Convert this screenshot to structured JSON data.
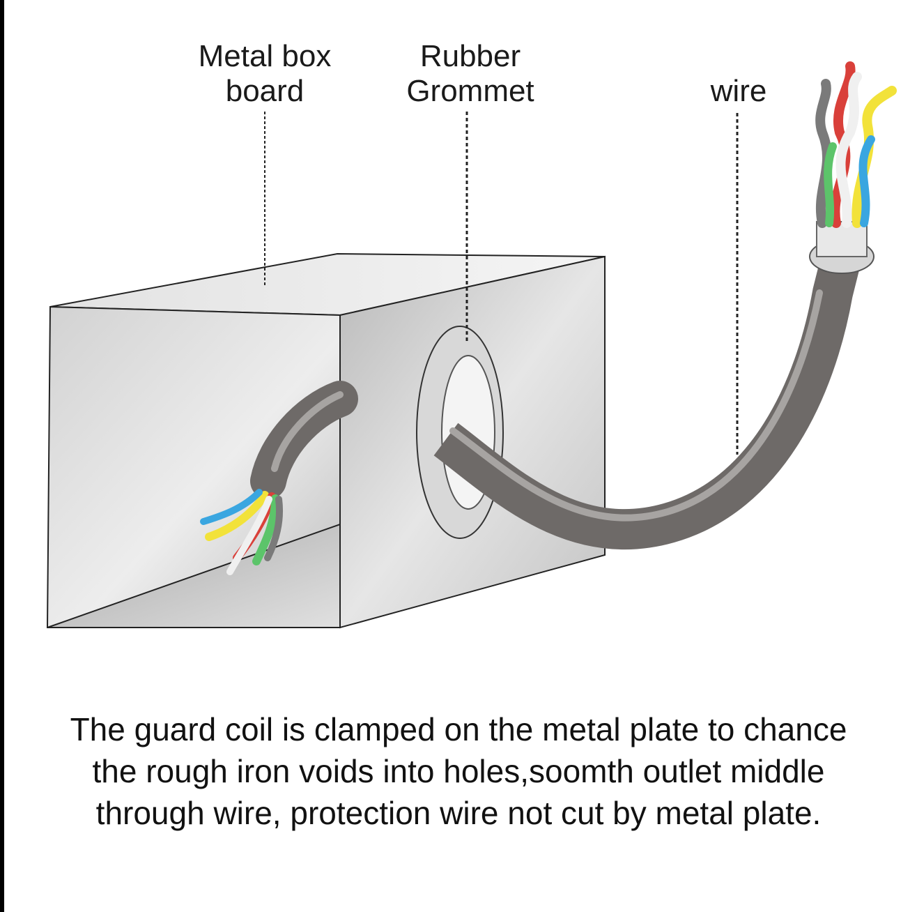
{
  "labels": {
    "metal_box_line1": "Metal box",
    "metal_box_line2": "board",
    "grommet_line1": "Rubber",
    "grommet_line2": "Grommet",
    "wire": "wire"
  },
  "caption": {
    "line1": "The guard coil is clamped on the metal plate to chance",
    "line2": "the rough iron voids into holes,soomth outlet middle",
    "line3": "through wire, protection wire not cut by metal plate."
  },
  "colors": {
    "box_face": "#c9c9c9",
    "box_edge": "#222222",
    "cable_jacket": "#6e6a68",
    "cable_highlight": "#a7a4a2",
    "grommet": "#d8d8d8",
    "wire_yellow": "#f2e23a",
    "wire_red": "#d9403a",
    "wire_green": "#5cc46a",
    "wire_blue": "#3aa6e0",
    "wire_white": "#f0f0f0"
  }
}
